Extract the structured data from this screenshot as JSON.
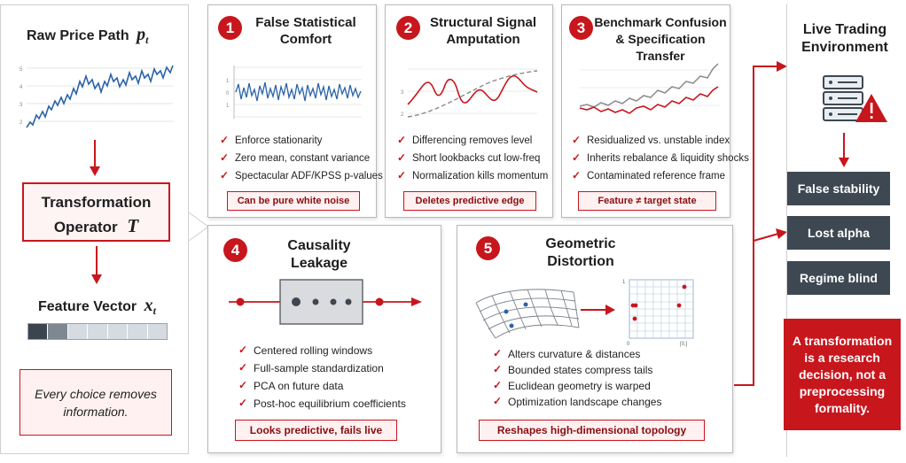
{
  "left": {
    "raw_price": {
      "label": "Raw Price Path",
      "symbol": "p",
      "subscript": "t"
    },
    "operator": {
      "line1": "Transformation",
      "line2": "Operator",
      "symbol": "T"
    },
    "feature": {
      "label": "Feature Vector",
      "symbol": "x",
      "subscript": "t"
    },
    "note": "Every choice removes information.",
    "price_chart_ticks": [
      "5",
      "4",
      "3",
      "2"
    ]
  },
  "cards": [
    {
      "number": "1",
      "title": "False Statistical Comfort",
      "bullets": [
        "Enforce stationarity",
        "Zero mean, constant variance",
        "Spectacular ADF/KPSS p-values"
      ],
      "tag": "Can be pure white noise",
      "ticks": [
        "1",
        "0",
        "1"
      ]
    },
    {
      "number": "2",
      "title": "Structural Signal Amputation",
      "bullets": [
        "Differencing removes level",
        "Short lookbacks cut low-freq",
        "Normalization kills momentum"
      ],
      "tag": "Deletes predictive edge",
      "ticks": [
        "3",
        "2"
      ]
    },
    {
      "number": "3",
      "title": "Benchmark Confusion & Specification Transfer",
      "bullets": [
        "Residualized vs. unstable index",
        "Inherits rebalance & liquidity shocks",
        "Contaminated reference frame"
      ],
      "tag": "Feature ≠ target state"
    },
    {
      "number": "4",
      "title": "Causality Leakage",
      "bullets": [
        "Centered rolling windows",
        "Full-sample standardization",
        "PCA on future data",
        "Post-hoc equilibrium coefficients"
      ],
      "tag": "Looks predictive, fails live"
    },
    {
      "number": "5",
      "title": "Geometric Distortion",
      "bullets": [
        "Alters curvature & distances",
        "Bounded states compress tails",
        "Euclidean geometry is warped",
        "Optimization landscape changes"
      ],
      "tag": "Reshapes high-dimensional topology",
      "grid_ticks": {
        "y_top": "1",
        "x_left": "0",
        "x_right": "[0,]"
      }
    }
  ],
  "right": {
    "env_title": "Live Trading Environment",
    "outcomes": [
      "False stability",
      "Lost alpha",
      "Regime blind"
    ],
    "conclusion": "A transformation is a research decision, not a preprocessing formality."
  },
  "colors": {
    "accent": "#c8161d",
    "dark_box": "#3e4852",
    "blue_line": "#2a63a8",
    "tag_bg": "#fff1f1"
  },
  "icons": [
    "server-stack-icon",
    "warning-triangle-icon",
    "check-icon"
  ]
}
